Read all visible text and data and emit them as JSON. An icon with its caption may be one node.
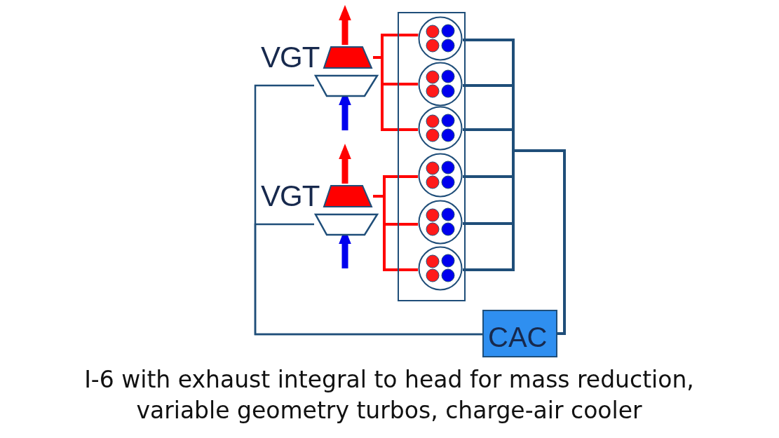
{
  "diagram": {
    "caption": "I-6 with exhaust integral to head for mass reduction, variable geometry turbos, charge-air cooler",
    "nodes": [
      {
        "text": [
          "VGT"
        ]
      },
      {
        "text": [],
        "shape": "trapezoid"
      },
      {
        "text": [
          "VGT"
        ]
      },
      {
        "text": [],
        "shape": "trapezoid"
      },
      {
        "text": [],
        "shape": "box"
      },
      {
        "text": [],
        "shape": "circle",
        "in": 4
      },
      {
        "text": [],
        "shape": "circle",
        "in": 4
      },
      {
        "text": [],
        "shape": "circle",
        "in": 4
      },
      {
        "text": [],
        "shape": "circle",
        "in": 4
      },
      {
        "text": [],
        "shape": "circle",
        "in": 4
      },
      {
        "text": [],
        "shape": "circle",
        "in": 4
      },
      {
        "text": [
          "CAC"
        ]
      }
    ],
    "edges": [
      {
        "from": 5,
        "to": 0,
        "arrow": "none",
        "color": "#ff0000"
      },
      {
        "from": 6,
        "to": 0,
        "arrow": "none",
        "color": "#ff0000"
      },
      {
        "from": 7,
        "to": 0,
        "arrow": "none",
        "color": "#ff0000"
      },
      {
        "from": 8,
        "to": 2,
        "arrow": "none",
        "color": "#ff0000"
      },
      {
        "from": 9,
        "to": 2,
        "arrow": "none",
        "color": "#ff0000"
      },
      {
        "from": 10,
        "to": 2,
        "arrow": "none",
        "color": "#ff0000"
      },
      {
        "from": 11,
        "to": 5,
        "arrow": "none",
        "color": "#1f4e79"
      },
      {
        "from": 11,
        "to": 6,
        "arrow": "none",
        "color": "#1f4e79"
      },
      {
        "from": 11,
        "to": 7,
        "arrow": "none",
        "color": "#1f4e79"
      },
      {
        "from": 11,
        "to": 8,
        "arrow": "none",
        "color": "#1f4e79"
      },
      {
        "from": 11,
        "to": 9,
        "arrow": "none",
        "color": "#1f4e79"
      },
      {
        "from": 11,
        "to": 10,
        "arrow": "none",
        "color": "#1f4e79"
      },
      {
        "from": 1,
        "to": 11,
        "arrow": "none",
        "color": "#1f4e79"
      },
      {
        "from": 3,
        "to": 11,
        "arrow": "none",
        "color": "#1f4e79"
      },
      {
        "from": 0,
        "to": null,
        "arrow": "to",
        "style": "thick",
        "color": "#ff0000"
      },
      {
        "from": null,
        "to": 1,
        "arrow": "to",
        "style": "thick",
        "color": "#0000ee"
      },
      {
        "from": 2,
        "to": null,
        "arrow": "to",
        "style": "thick",
        "color": "#ff0000"
      },
      {
        "from": null,
        "to": 3,
        "arrow": "to",
        "style": "thick",
        "color": "#0000ee"
      }
    ]
  }
}
